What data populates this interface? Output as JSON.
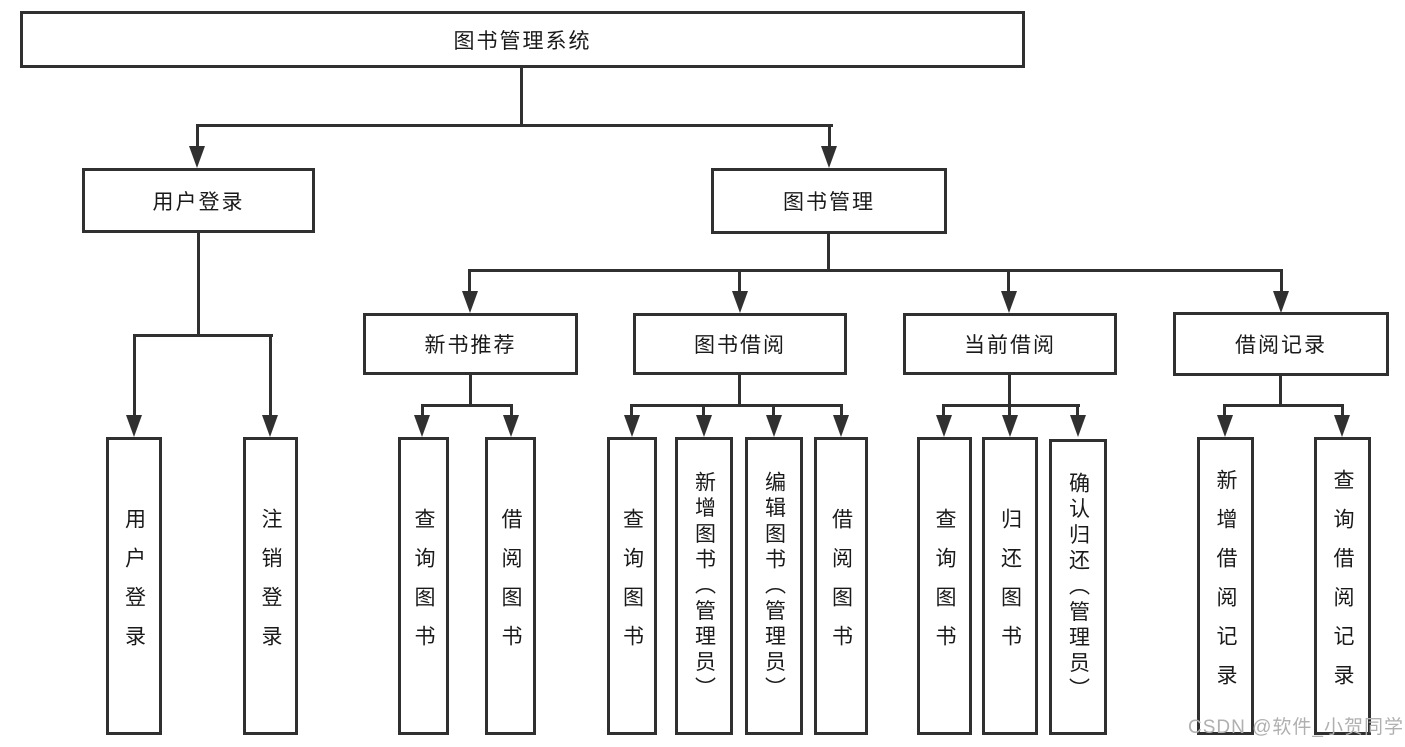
{
  "tree": {
    "label": "图书管理系统",
    "children": [
      {
        "label": "用户登录",
        "children": [
          {
            "label": "用户登录"
          },
          {
            "label": "注销登录"
          }
        ]
      },
      {
        "label": "图书管理",
        "children": [
          {
            "label": "新书推荐",
            "children": [
              {
                "label": "查询图书"
              },
              {
                "label": "借阅图书"
              }
            ]
          },
          {
            "label": "图书借阅",
            "children": [
              {
                "label": "查询图书"
              },
              {
                "label": "新增图书（管理员）"
              },
              {
                "label": "编辑图书（管理员）"
              },
              {
                "label": "借阅图书"
              }
            ]
          },
          {
            "label": "当前借阅",
            "children": [
              {
                "label": "查询图书"
              },
              {
                "label": "归还图书"
              },
              {
                "label": "确认归还（管理员）"
              }
            ]
          },
          {
            "label": "借阅记录",
            "children": [
              {
                "label": "新增借阅记录"
              },
              {
                "label": "查询借阅记录"
              }
            ]
          }
        ]
      }
    ]
  },
  "watermark": "CSDN @软件_小贺同学",
  "colors": {
    "line": "#303030",
    "text": "#1a1a1a",
    "background": "#ffffff",
    "watermark": "#b0b0b0"
  }
}
